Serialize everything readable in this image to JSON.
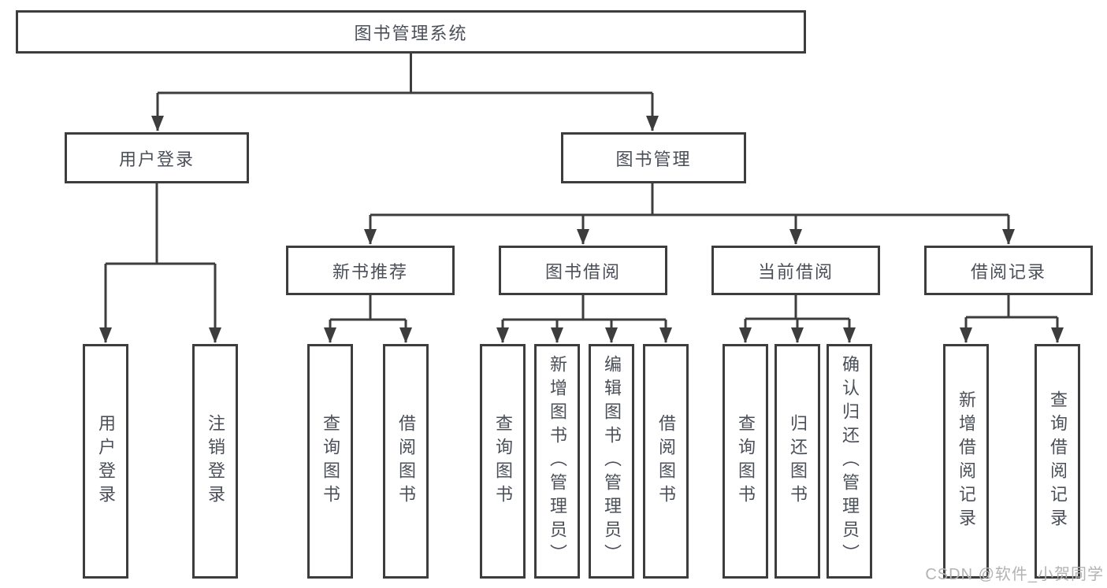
{
  "diagram": {
    "root": {
      "label": "图书管理系统"
    },
    "level1": [
      {
        "label": "用户登录"
      },
      {
        "label": "图书管理"
      }
    ],
    "level2": [
      {
        "label": "新书推荐"
      },
      {
        "label": "图书借阅"
      },
      {
        "label": "当前借阅"
      },
      {
        "label": "借阅记录"
      }
    ],
    "leaves": {
      "login": [
        "用户登录",
        "注销登录"
      ],
      "newbook": [
        "查询图书",
        "借阅图书"
      ],
      "borrow": [
        "查询图书",
        "新增图书（管理员）",
        "编辑图书（管理员）",
        "借阅图书"
      ],
      "current": [
        "查询图书",
        "归还图书",
        "确认归还（管理员）"
      ],
      "records": [
        "新增借阅记录",
        "查询借阅记录"
      ]
    }
  },
  "watermark": {
    "text": "CSDN @软件_小贺同学"
  },
  "colors": {
    "line": "#3d3d3d",
    "label_text": "#4b4f58",
    "watermark_text": "#b3b3b3",
    "background": "#ffffff"
  }
}
